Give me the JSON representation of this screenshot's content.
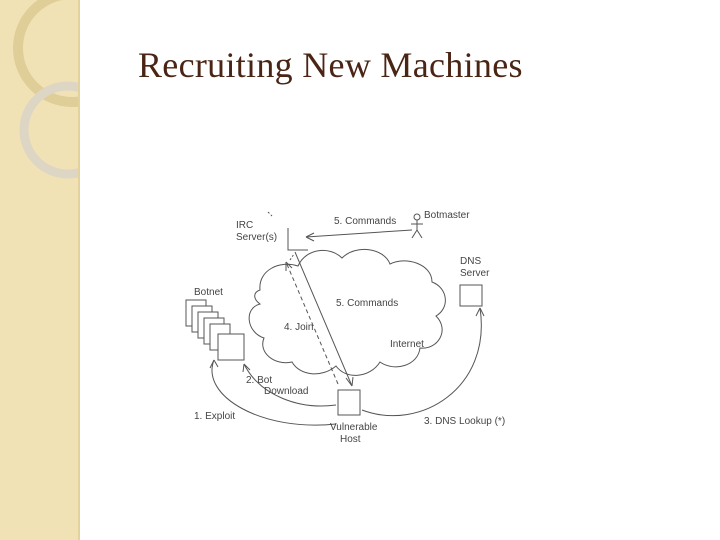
{
  "slide": {
    "title": "Recruiting New Machines"
  },
  "diagram": {
    "labels": {
      "irc_line1": "IRC",
      "irc_line2": "Server(s)",
      "commands_top": "5. Commands",
      "botmaster": "Botmaster",
      "dns_line1": "DNS",
      "dns_line2": "Server",
      "botnet": "Botnet",
      "commands_mid": "5. Commands",
      "join": "4. Join",
      "internet": "Internet",
      "bot_download_line1": "2. Bot",
      "bot_download_line2": "Download",
      "exploit": "1. Exploit",
      "dns_lookup": "3. DNS Lookup (*)",
      "vulnerable_line1": "Vulnerable",
      "vulnerable_line2": "Host"
    }
  },
  "colors": {
    "title": "#4a2414",
    "sidebar": "#f1e2b6",
    "diagram_ink": "#444444"
  }
}
